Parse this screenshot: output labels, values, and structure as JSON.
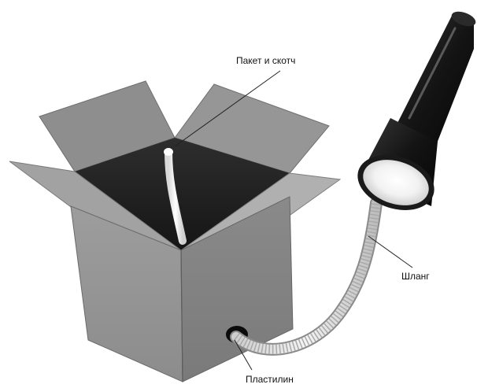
{
  "callouts": {
    "bag_and_tape": "Пакет и скотч",
    "hose": "Шланг",
    "plasticine": "Пластилин"
  }
}
